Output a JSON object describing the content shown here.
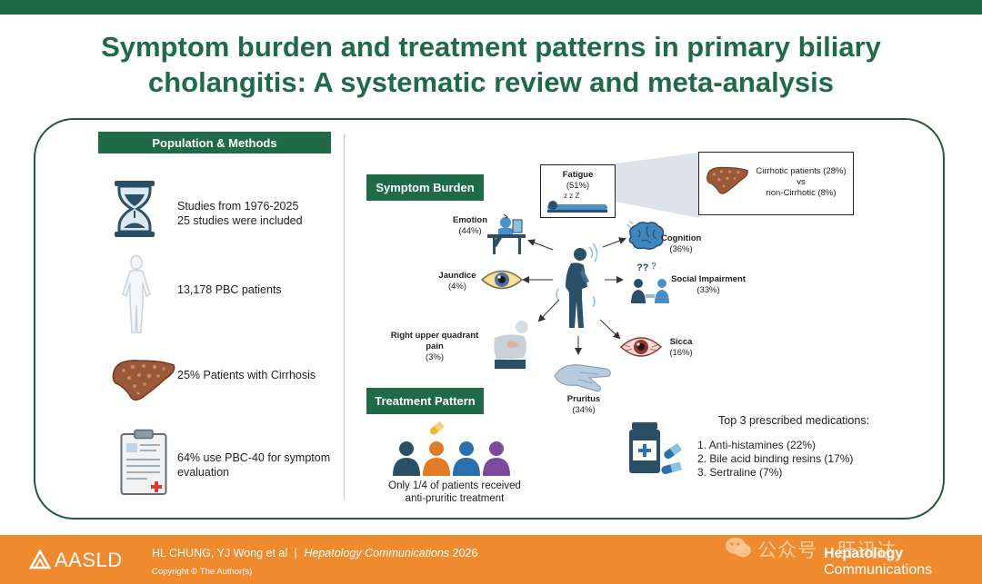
{
  "title_line1": "Symptom burden and treatment patterns in primary biliary",
  "title_line2": "cholangitis: A systematic review and meta-analysis",
  "population": {
    "header": "Population & Methods",
    "studies_line1": "Studies from 1976-2025",
    "studies_line2": "25 studies were included",
    "patients": "13,178 PBC patients",
    "cirrhosis": "25% Patients with Cirrhosis",
    "pbc40_line1": "64% use PBC-40 for symptom",
    "pbc40_line2": "evaluation"
  },
  "symptom": {
    "header": "Symptom Burden",
    "fatigue": {
      "name": "Fatigue",
      "pct": "(51%)"
    },
    "cirrhotic_line1": "Cirrhotic patients (28%)",
    "cirrhotic_vs": "vs",
    "cirrhotic_line2": "non-Cirrhotic (8%)",
    "emotion": {
      "name": "Emotion",
      "pct": "(44%)"
    },
    "cognition": {
      "name": "Cognition",
      "pct": "(36%)"
    },
    "jaundice": {
      "name": "Jaundice",
      "pct": "(4%)"
    },
    "social": {
      "name": "Social Impairment",
      "pct": "(33%)"
    },
    "ruq": {
      "name": "Right upper quadrant pain",
      "pct": "(3%)"
    },
    "sicca": {
      "name": "Sicca",
      "pct": "(16%)"
    },
    "pruritus": {
      "name": "Pruritus",
      "pct": "(34%)"
    }
  },
  "treatment": {
    "header": "Treatment Pattern",
    "quarter_line1": "Only 1/4 of patients received",
    "quarter_line2": "anti-pruritic treatment",
    "top3_title": "Top 3 prescribed medications:",
    "med1": "1. Anti-histamines (22%)",
    "med2": "2. Bile acid binding resins (17%)",
    "med3": "3. Sertraline (7%)"
  },
  "footer": {
    "logo": "AASLD",
    "authors": "HL CHUNG, YJ Wong et al",
    "sep": "|",
    "journal": "Hepatology Communications",
    "year": "2026",
    "copyright": "Copyright © The Author(s)",
    "watermark": "公众号 · 肝讯达",
    "brand_line1": "Hepatology",
    "brand_line2": "Communications"
  },
  "colors": {
    "green": "#1f6b47",
    "orange": "#ef8a2e",
    "navy": "#2b4f66",
    "liver": "#9a5a3a"
  }
}
